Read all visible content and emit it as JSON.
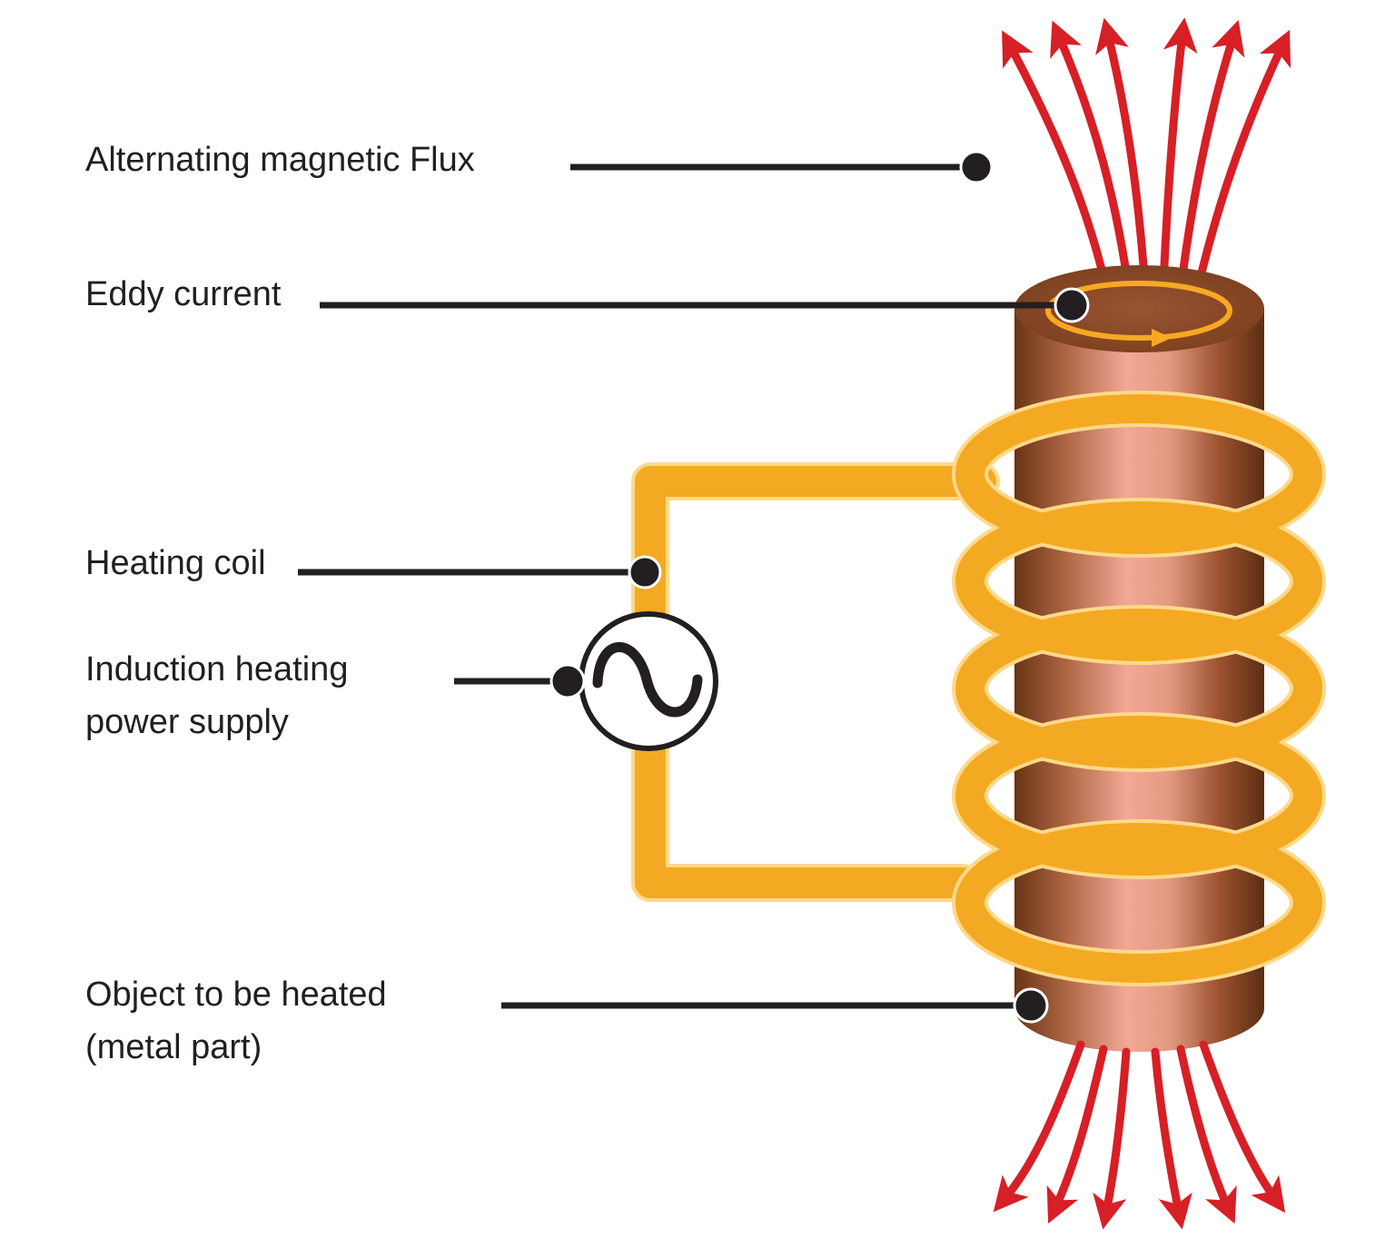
{
  "labels": {
    "flux": "Alternating magnetic Flux",
    "eddy": "Eddy current",
    "coil": "Heating coil",
    "supply_line1": "Induction heating",
    "supply_line2": "power supply",
    "object_line1": "Object to be heated",
    "object_line2": "(metal part)"
  },
  "icons": {
    "source": "ac-source-icon",
    "flux": "flux-arrow-icon"
  },
  "colors": {
    "background": "#ffffff",
    "text": "#231f20",
    "leader": "#231f20",
    "flux_arrows": "#d71f26",
    "coil": "#f4a922",
    "coil_outline": "#ffd98a",
    "metal_dark": "#5c2e12",
    "metal_mid": "#b9704c",
    "metal_light": "#f3a896",
    "eddy_ring": "#f7a823"
  }
}
